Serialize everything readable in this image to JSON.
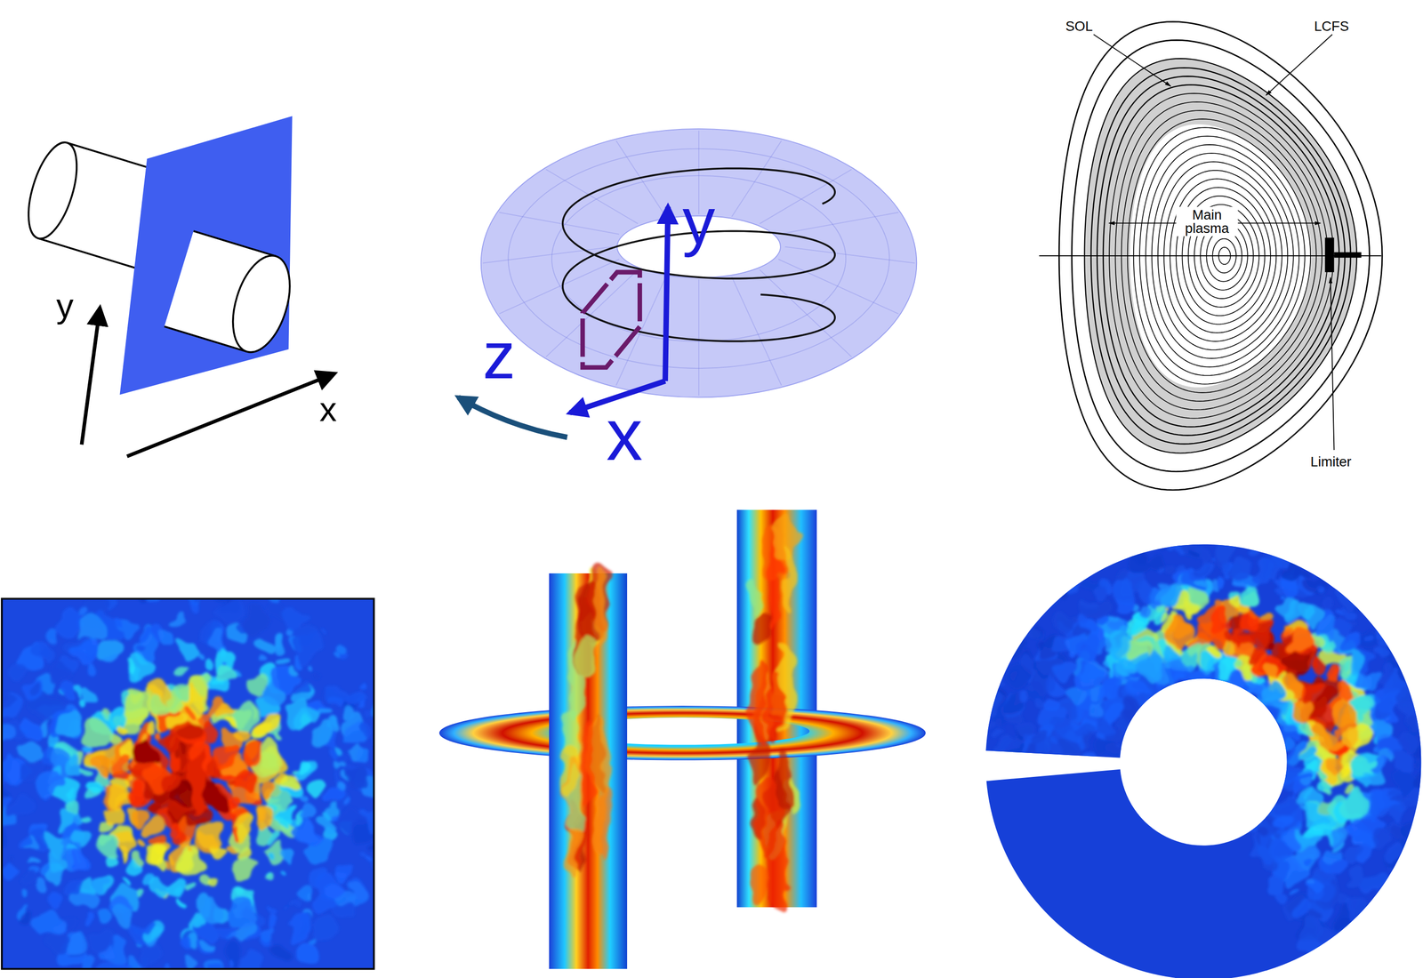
{
  "diagram": {
    "labels": [
      "y",
      "x",
      "y",
      "z",
      "x",
      "SOL",
      "LCFS",
      "Main plasma",
      "Limiter"
    ]
  }
}
